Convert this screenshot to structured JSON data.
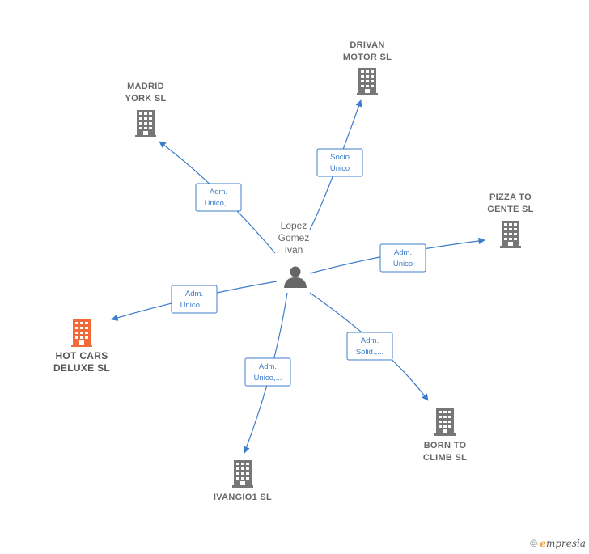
{
  "colors": {
    "edge": "#3d7cc9",
    "building": "#777777",
    "accent": "#f26a3a",
    "person": "#666666"
  },
  "person": {
    "icon": "person-icon",
    "lines": [
      "Lopez",
      "Gomez",
      "Ivan"
    ]
  },
  "companies": [
    {
      "id": "drivan",
      "lines": [
        "DRIVAN",
        "MOTOR SL"
      ],
      "icon": "building-icon",
      "accent": false
    },
    {
      "id": "madrid",
      "lines": [
        "MADRID",
        "YORK  SL"
      ],
      "icon": "building-icon",
      "accent": false
    },
    {
      "id": "pizza",
      "lines": [
        "PIZZA TO",
        "GENTE  SL"
      ],
      "icon": "building-icon",
      "accent": false
    },
    {
      "id": "hotcars",
      "lines": [
        "HOT CARS",
        "DELUXE  SL"
      ],
      "icon": "building-icon",
      "accent": true
    },
    {
      "id": "born",
      "lines": [
        "BORN TO",
        "CLIMB  SL"
      ],
      "icon": "building-icon",
      "accent": false
    },
    {
      "id": "ivangio",
      "lines": [
        "IVANGIO1  SL"
      ],
      "icon": "building-icon",
      "accent": false
    }
  ],
  "edges": [
    {
      "target": "drivan",
      "lines": [
        "Socio",
        "Único"
      ]
    },
    {
      "target": "madrid",
      "lines": [
        "Adm.",
        "Unico,..."
      ]
    },
    {
      "target": "pizza",
      "lines": [
        "Adm.",
        "Unico"
      ]
    },
    {
      "target": "hotcars",
      "lines": [
        "Adm.",
        "Unico,..."
      ]
    },
    {
      "target": "born",
      "lines": [
        "Adm.",
        "Solid.,..."
      ]
    },
    {
      "target": "ivangio",
      "lines": [
        "Adm.",
        "Unico,..."
      ]
    }
  ],
  "footer": {
    "copyright": "©",
    "brand_initial": "e",
    "brand_rest": "mpresia"
  }
}
